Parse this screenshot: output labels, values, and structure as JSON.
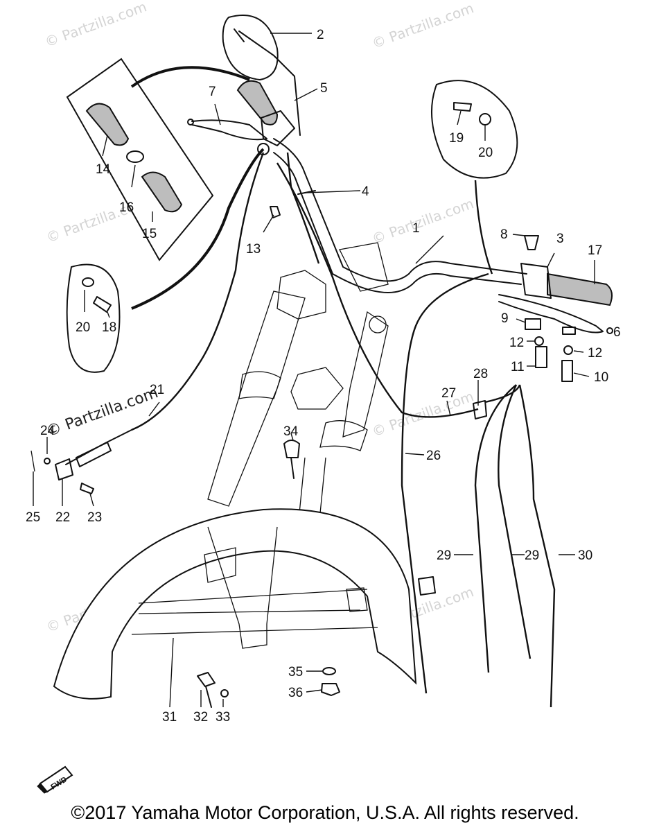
{
  "watermark": {
    "text": "© Partzilla.com",
    "prominent_text": "© Partzilla.com"
  },
  "fwd_label": "FWD",
  "copyright": "©2017 Yamaha Motor Corporation, U.S.A. All rights reserved.",
  "labels": {
    "p1": "1",
    "p2": "2",
    "p3": "3",
    "p4": "4",
    "p5": "5",
    "p6": "6",
    "p7": "7",
    "p8": "8",
    "p9": "9",
    "p10": "10",
    "p11": "11",
    "p12a": "12",
    "p12b": "12",
    "p13": "13",
    "p14": "14",
    "p15": "15",
    "p16": "16",
    "p17": "17",
    "p18": "18",
    "p19": "19",
    "p20a": "20",
    "p20b": "20",
    "p21": "21",
    "p22": "22",
    "p23": "23",
    "p24": "24",
    "p25": "25",
    "p26": "26",
    "p27": "27",
    "p28": "28",
    "p29a": "29",
    "p29b": "29",
    "p30": "30",
    "p31": "31",
    "p32": "32",
    "p33": "33",
    "p34": "34",
    "p35": "35",
    "p36": "36"
  }
}
